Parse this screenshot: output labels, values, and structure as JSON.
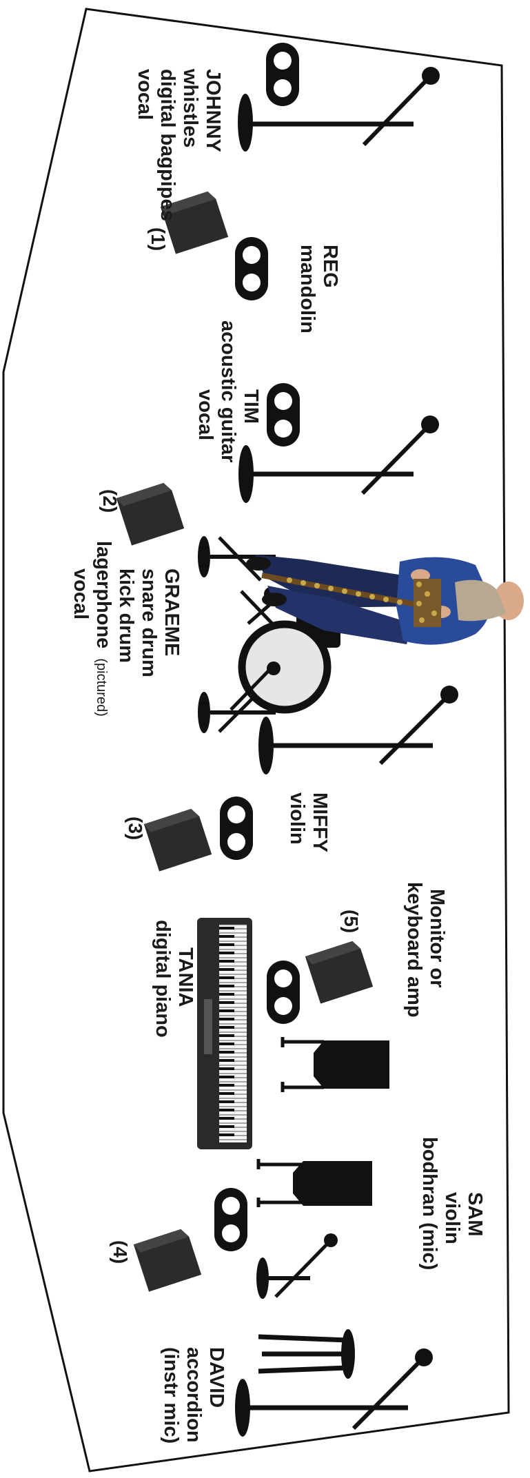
{
  "musicians": {
    "johnny": {
      "lines": [
        "JOHNNY",
        "whistles",
        "digital bagpipes",
        "vocal"
      ]
    },
    "reg": {
      "lines": [
        "REG",
        "mandolin"
      ]
    },
    "tim": {
      "lines": [
        "TIM",
        "acoustic guitar",
        "vocal"
      ]
    },
    "graeme": {
      "lines": [
        "GRAEME",
        "snare drum",
        "kick drum",
        "lagerphone",
        "vocal"
      ],
      "note": "(pictured)"
    },
    "miffy": {
      "lines": [
        "MIFFY",
        "violin"
      ]
    },
    "tania": {
      "lines": [
        "TANIA",
        "digital piano"
      ]
    },
    "sam": {
      "lines": [
        "SAM",
        "violin",
        "bodhran (mic)"
      ]
    },
    "david": {
      "lines": [
        "DAVID",
        "accordion",
        "(instr mic)"
      ]
    }
  },
  "monitors": [
    {
      "label": "(1)"
    },
    {
      "label": "(2)"
    },
    {
      "label": "(3)"
    },
    {
      "label": "(4)"
    },
    {
      "label": "(5)"
    }
  ],
  "monitor5_caption": [
    "Monitor or",
    "keyboard amp"
  ],
  "colors": {
    "outline": "#111111",
    "monitor": "#2b2b2b",
    "drum_head": "#e6e6e6",
    "shirt": "#2a4a9a"
  }
}
